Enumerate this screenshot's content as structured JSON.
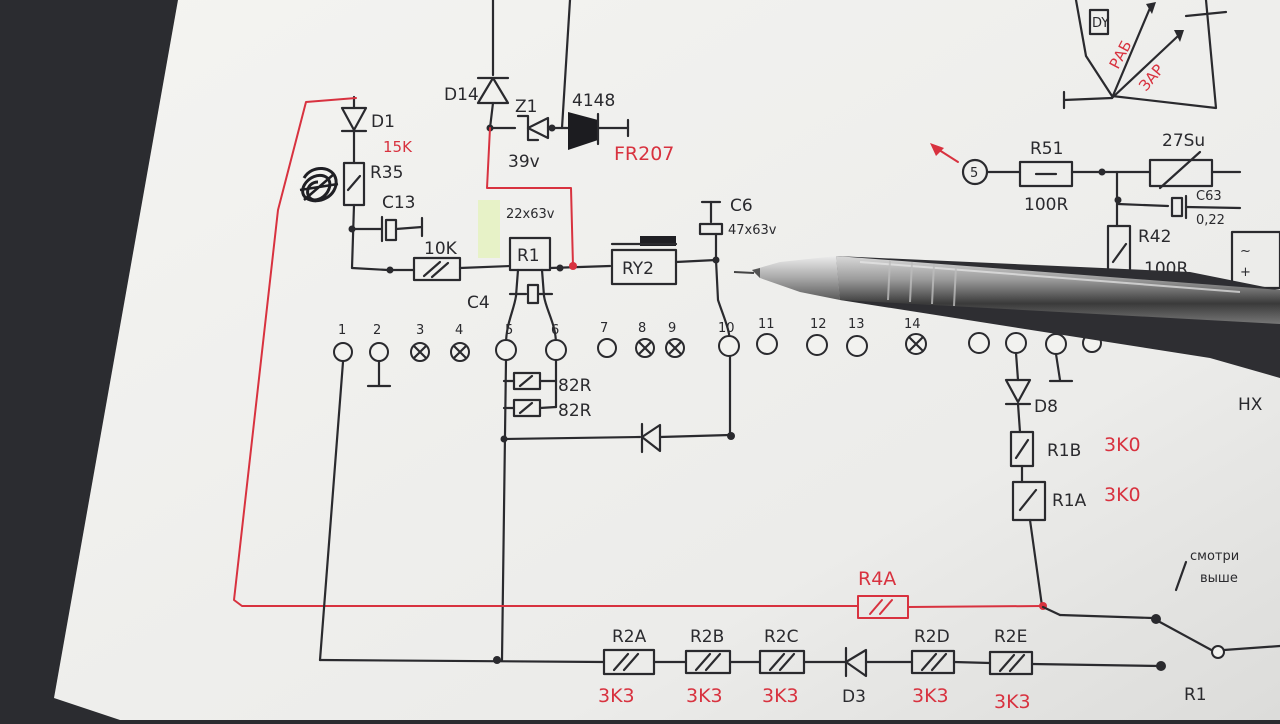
{
  "schematic": {
    "pins": [
      "1",
      "2",
      "3",
      "4",
      "5",
      "6",
      "7",
      "8",
      "9",
      "10",
      "11",
      "12",
      "13",
      "14"
    ],
    "components": {
      "d14": "D14",
      "z1": "Z1",
      "z1_value": "39v",
      "d4148": "4148",
      "fr207": "FR207",
      "d1": "D1",
      "r35": "R35",
      "r35_value": "15K",
      "c13": "C13",
      "r10k": "10K",
      "r1": "R1",
      "r1_value": "22x63v",
      "c4": "C4",
      "ry2": "RY2",
      "c6": "C6",
      "c6_value": "47x63v",
      "r82a": "82R",
      "r82b": "82R",
      "d8": "D8",
      "r1b": "R1B",
      "r1b_value": "3K0",
      "r1a": "R1A",
      "r1a_value": "3K0",
      "r4a": "R4A",
      "r2a": "R2A",
      "r2b": "R2B",
      "r2c": "R2C",
      "d3": "D3",
      "r2d": "R2D",
      "r2e": "R2E",
      "r2_values": [
        "3K3",
        "3K3",
        "3K3",
        "3K3",
        "3K3"
      ],
      "r1_switch": "R1",
      "r51": "R51",
      "r51_value": "100R",
      "r42": "R42",
      "r42_value": "100R",
      "pot": "27Su",
      "c63": "C63",
      "c63_value": "0,22",
      "node5": "5",
      "inset_box": "DY",
      "inset_rab": "РАБ",
      "inset_zar": "ЗАР",
      "right_edge": "HX"
    },
    "note": [
      "смотри",
      "выше"
    ]
  },
  "colors": {
    "paper": "#f2f2ef",
    "ink": "#2a2a2e",
    "red_ink": "#d8323f",
    "table": "#2b2c30"
  }
}
